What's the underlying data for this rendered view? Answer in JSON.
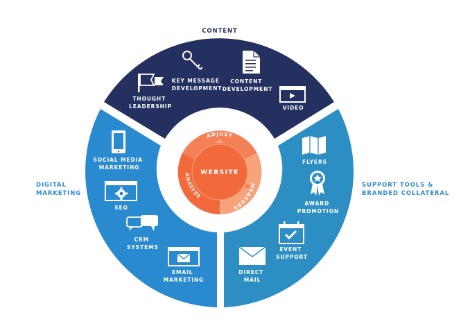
{
  "colors": {
    "navy": "#243060",
    "left_blue": "#2a8ad0",
    "right_blue": "#2d8ec4",
    "orange_dark": "#f26a3c",
    "orange_mid": "#f48058",
    "orange_light": "#f6a37c",
    "label_blue": "#2f8bd0"
  },
  "sections": {
    "content": "CONTENT",
    "digital_marketing": [
      "DIGITAL",
      "MARKETING"
    ],
    "support_tools": [
      "SUPPORT TOOLS &",
      "BRANDED COLLATERAL"
    ]
  },
  "center": {
    "title": "WEBSITE",
    "ring": [
      "ADJUST",
      "MEASURE",
      "ANALYZE"
    ]
  },
  "items": {
    "thought_leadership": [
      "THOUGHT",
      "LEADERSHIP"
    ],
    "key_message": [
      "KEY MESSAGE",
      "DEVELOPMENT"
    ],
    "content_development": [
      "CONTENT",
      "DEVELOPMENT"
    ],
    "video": [
      "VIDEO"
    ],
    "social_media": [
      "SOCIAL MEDIA",
      "MARKETING"
    ],
    "seo": [
      "SEO"
    ],
    "crm": [
      "CRM",
      "SYSTEMS"
    ],
    "email": [
      "EMAIL",
      "MARKETING"
    ],
    "flyers": [
      "FLYERS"
    ],
    "award": [
      "AWARD",
      "PROMOTION"
    ],
    "event": [
      "EVENT",
      "SUPPORT"
    ],
    "direct_mail": [
      "DIRECT",
      "MAIL"
    ]
  },
  "icons": {
    "thought_leadership": "flag-icon",
    "key_message": "key-icon",
    "content_development": "document-icon",
    "video": "video-player-icon",
    "social_media": "smartphone-icon",
    "seo": "browser-gear-icon",
    "crm": "chat-bubbles-icon",
    "email": "browser-envelope-icon",
    "flyers": "folded-map-icon",
    "award": "award-ribbon-icon",
    "event": "calendar-check-icon",
    "direct_mail": "envelope-icon"
  }
}
